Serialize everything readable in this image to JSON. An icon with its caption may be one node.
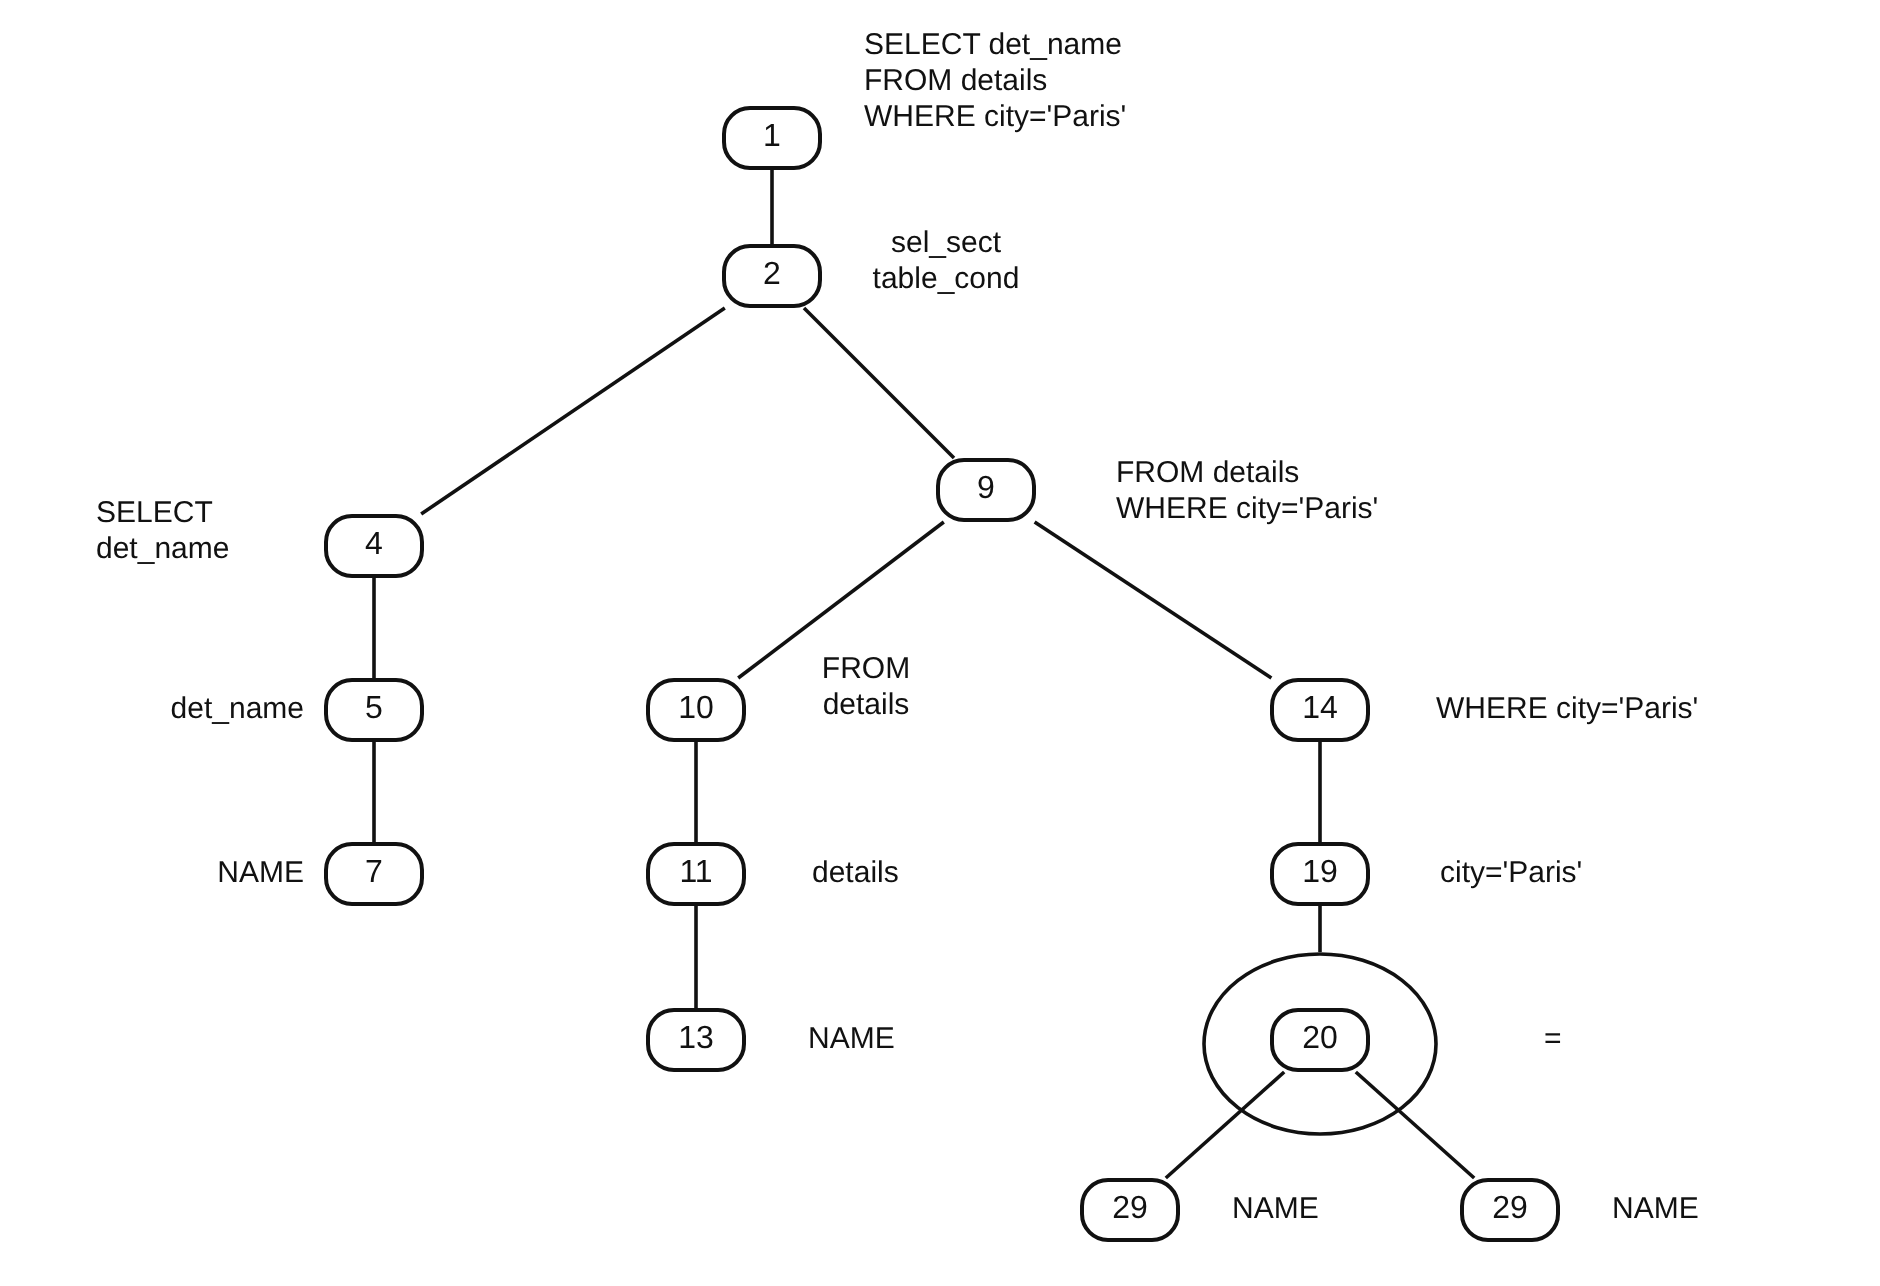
{
  "diagram": {
    "nodes": [
      {
        "text": [
          "1"
        ],
        "beside": [
          "SELECT det_name FROM details WHERE city='Paris'"
        ]
      },
      {
        "text": [
          "2"
        ],
        "beside": [
          "sel_sect table_cond"
        ]
      },
      {
        "text": [
          "4"
        ],
        "beside": [
          "SELECT det_name"
        ]
      },
      {
        "text": [
          "9"
        ],
        "beside": [
          "FROM details WHERE city='Paris'"
        ]
      },
      {
        "text": [
          "5"
        ],
        "beside": [
          "det_name"
        ]
      },
      {
        "text": [
          "10"
        ],
        "beside": [
          "FROM details"
        ]
      },
      {
        "text": [
          "14"
        ],
        "beside": [
          "WHERE city='Paris'"
        ]
      },
      {
        "text": [
          "7"
        ],
        "beside": [
          "NAME"
        ]
      },
      {
        "text": [
          "11"
        ],
        "beside": [
          "details"
        ]
      },
      {
        "text": [
          "19"
        ],
        "beside": [
          "city='Paris'"
        ]
      },
      {
        "text": [
          "13"
        ],
        "beside": [
          "NAME"
        ]
      },
      {
        "text": [],
        "shape": "circle",
        "beside": [
          "="
        ]
      },
      {
        "text": [
          "20"
        ],
        "in": 11
      },
      {
        "text": [
          "29"
        ],
        "beside": [
          "NAME"
        ]
      },
      {
        "text": [
          "29"
        ],
        "beside": [
          "NAME"
        ]
      }
    ],
    "edges": [
      {
        "from": 0,
        "to": 1,
        "arrow": "none"
      },
      {
        "from": 1,
        "to": 2,
        "arrow": "none"
      },
      {
        "from": 1,
        "to": 3,
        "arrow": "none"
      },
      {
        "from": 2,
        "to": 4,
        "arrow": "none"
      },
      {
        "from": 4,
        "to": 7,
        "arrow": "none"
      },
      {
        "from": 3,
        "to": 5,
        "arrow": "none"
      },
      {
        "from": 3,
        "to": 6,
        "arrow": "none"
      },
      {
        "from": 5,
        "to": 8,
        "arrow": "none"
      },
      {
        "from": 8,
        "to": 10,
        "arrow": "none"
      },
      {
        "from": 6,
        "to": 9,
        "arrow": "none"
      },
      {
        "from": 9,
        "to": 11,
        "arrow": "none"
      },
      {
        "from": 12,
        "to": 13,
        "arrow": "none"
      },
      {
        "from": 12,
        "to": 14,
        "arrow": "none"
      }
    ]
  }
}
